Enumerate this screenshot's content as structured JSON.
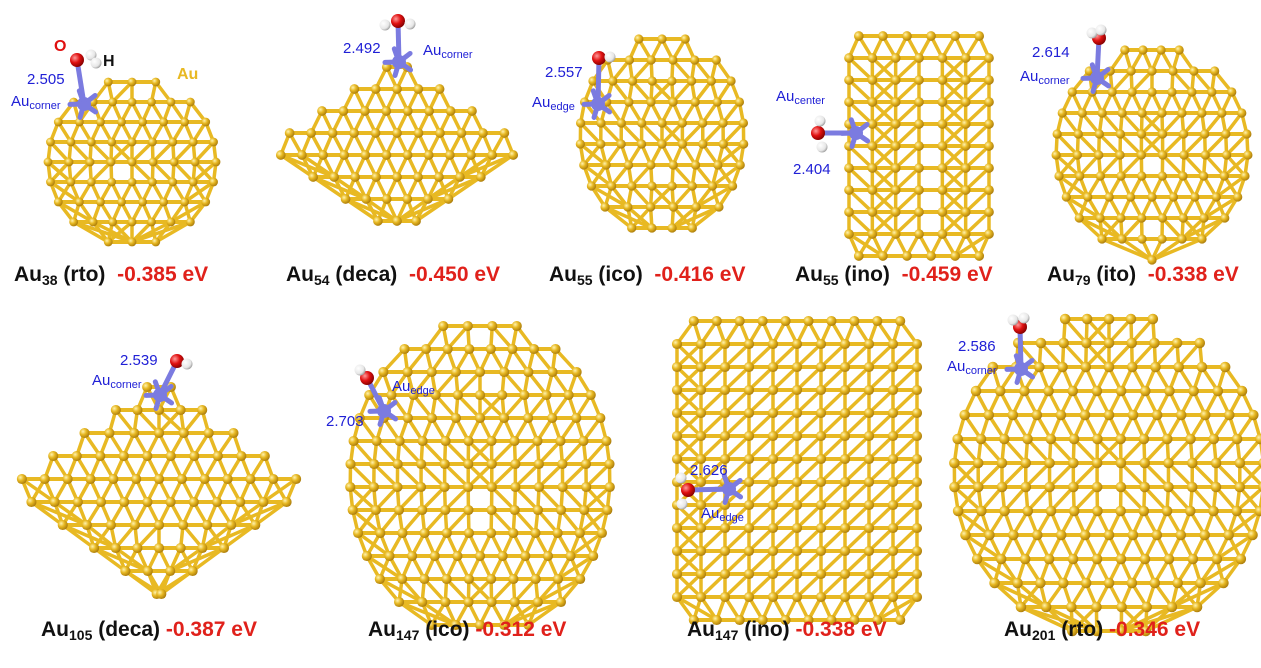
{
  "legend": {
    "O": "O",
    "H": "H",
    "Au": "Au"
  },
  "colors": {
    "gold": "#e8b923",
    "gold_dark": "#b8860b",
    "site": "#7b7be0",
    "oxygen": "#e01010",
    "hydrogen": "#f4f4f4",
    "energy": "#e0211b",
    "label": "#2020d6"
  },
  "panels": [
    {
      "element": "Au",
      "size": "38",
      "shape": "(rto)",
      "energy": "-0.385 eV",
      "bond": "2.505",
      "site_base": "Au",
      "site_sub": "corner"
    },
    {
      "element": "Au",
      "size": "54",
      "shape": "(deca)",
      "energy": "-0.450 eV",
      "bond": "2.492",
      "site_base": "Au",
      "site_sub": "corner"
    },
    {
      "element": "Au",
      "size": "55",
      "shape": "(ico)",
      "energy": "-0.416 eV",
      "bond": "2.557",
      "site_base": "Au",
      "site_sub": "edge"
    },
    {
      "element": "Au",
      "size": "55",
      "shape": "(ino)",
      "energy": "-0.459 eV",
      "bond": "2.404",
      "site_base": "Au",
      "site_sub": "center"
    },
    {
      "element": "Au",
      "size": "79",
      "shape": "(ito)",
      "energy": "-0.338 eV",
      "bond": "2.614",
      "site_base": "Au",
      "site_sub": "corner"
    },
    {
      "element": "Au",
      "size": "105",
      "shape": "(deca)",
      "energy": "-0.387 eV",
      "bond": "2.539",
      "site_base": "Au",
      "site_sub": "corner"
    },
    {
      "element": "Au",
      "size": "147",
      "shape": "(ico)",
      "energy": "-0.312 eV",
      "bond": "2.703",
      "site_base": "Au",
      "site_sub": "edge"
    },
    {
      "element": "Au",
      "size": "147",
      "shape": "(ino)",
      "energy": "-0.338 eV",
      "bond": "2.626",
      "site_base": "Au",
      "site_sub": "edge"
    },
    {
      "element": "Au",
      "size": "201",
      "shape": "(rto)",
      "energy": "-0.346 eV",
      "bond": "2.586",
      "site_base": "Au",
      "site_sub": "corner"
    }
  ]
}
